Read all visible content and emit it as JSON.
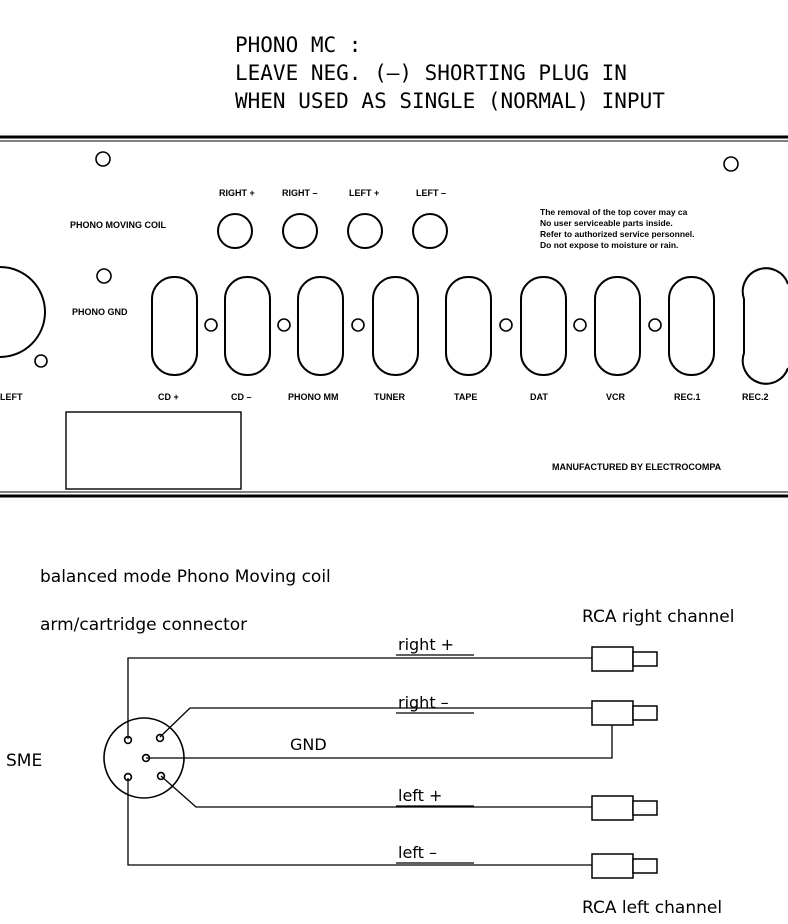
{
  "header": {
    "line1": "PHONO MC :",
    "line2": "LEAVE NEG. (–) SHORTING PLUG IN",
    "line3": "WHEN USED AS SINGLE (NORMAL) INPUT"
  },
  "panel": {
    "phono_moving_coil_label": "PHONO MOVING COIL",
    "phono_gnd_label": "PHONO GND",
    "left_label": "LEFT",
    "mc_terminals": [
      "RIGHT +",
      "RIGHT –",
      "LEFT +",
      "LEFT –"
    ],
    "inputs": [
      "CD +",
      "CD –",
      "PHONO MM",
      "TUNER",
      "TAPE",
      "DAT",
      "VCR",
      "REC.1",
      "REC.2"
    ],
    "warning": [
      "The removal of the top cover may ca",
      "No user serviceable parts inside.",
      "Refer to authorized service personnel.",
      "Do not expose to moisture or rain."
    ],
    "manufacturer": "MANUFACTURED BY ELECTROCOMPA"
  },
  "wiring": {
    "title1": "balanced mode Phono Moving coil",
    "title2": "arm/cartridge connector",
    "rca_right": "RCA right channel",
    "rca_left": "RCA left channel",
    "sme": "SME",
    "wires": [
      "right +",
      "right –",
      "GND",
      "left +",
      "left –"
    ]
  }
}
